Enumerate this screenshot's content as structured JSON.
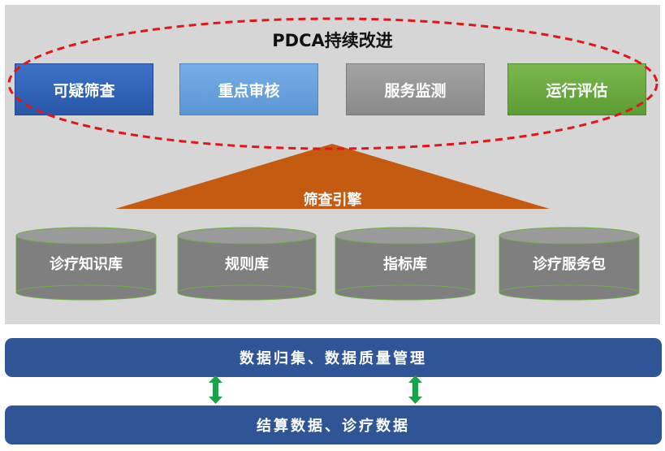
{
  "title": "PDCA持续改进",
  "pdca_boxes": [
    {
      "label": "可疑筛查"
    },
    {
      "label": "重点审核"
    },
    {
      "label": "服务监测"
    },
    {
      "label": "运行评估"
    }
  ],
  "engine": {
    "label": "筛查引擎"
  },
  "databases": [
    {
      "label": "诊疗知识库"
    },
    {
      "label": "规则库"
    },
    {
      "label": "指标库"
    },
    {
      "label": "诊疗服务包"
    }
  ],
  "layers": {
    "top_label": "数据归集、数据质量管理",
    "bottom_label": "结算数据、诊疗数据"
  },
  "colors": {
    "panel_bg": "#d6d6d6",
    "engine": "#c55a11",
    "cylinder": "#7f7f7f",
    "cylinder_outline": "#70ad47",
    "dashed_ellipse": "#e0161b",
    "bar": "#2f5597",
    "arrow": "#1aa34a"
  }
}
